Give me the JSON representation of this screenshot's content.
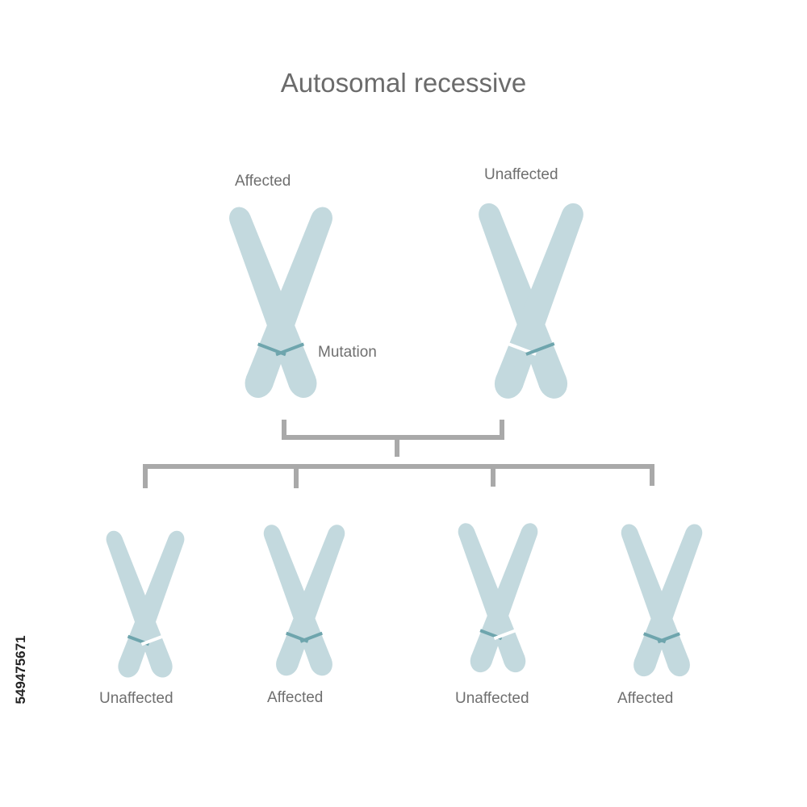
{
  "title": "Autosomal recessive",
  "parents": [
    {
      "label": "Affected",
      "alleles": [
        "mutation",
        "mutation"
      ]
    },
    {
      "label": "Unaffected",
      "alleles": [
        "normal",
        "mutation"
      ]
    }
  ],
  "mutation_label": "Mutation",
  "children": [
    {
      "label": "Unaffected",
      "alleles": [
        "mutation",
        "normal"
      ]
    },
    {
      "label": "Affected",
      "alleles": [
        "mutation",
        "mutation"
      ]
    },
    {
      "label": "Unaffected",
      "alleles": [
        "mutation",
        "normal"
      ]
    },
    {
      "label": "Affected",
      "alleles": [
        "mutation",
        "mutation"
      ]
    }
  ],
  "watermark_id": "549475671",
  "colors": {
    "chromosome": "#c3d9de",
    "mutation_band": "#6ea5ad",
    "normal_band": "#ffffff",
    "connector": "#a9a9a9",
    "text": "#6f6f6f"
  }
}
